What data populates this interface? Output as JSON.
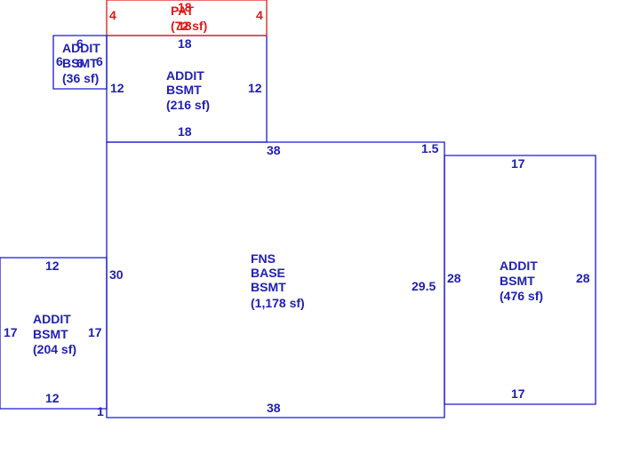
{
  "colors": {
    "room_line": "#1a1ad0",
    "room_text": "#2020b0",
    "patio": "#e01818",
    "background": "#ffffff"
  },
  "areas": {
    "patio": {
      "line1": "PAT",
      "line2": "(72 sf)",
      "dims": {
        "top": "18",
        "bottom": "18",
        "left": "4",
        "right": "4"
      }
    },
    "small_bsmt": {
      "line1": "ADDIT",
      "line2": "BSMT",
      "line3": "(36 sf)",
      "dims": {
        "top": "6",
        "bottom": "6",
        "left": "6",
        "right": "6"
      }
    },
    "upper_bsmt": {
      "line1": "ADDIT",
      "line2": "BSMT",
      "line3": "(216 sf)",
      "dims": {
        "top": "18",
        "bottom": "18",
        "left": "12",
        "right": "12"
      }
    },
    "main_bsmt": {
      "line1": "FNS",
      "line2": "BASE",
      "line3": "BSMT",
      "line4": "(1,178 sf)",
      "dims": {
        "top": "38",
        "bottom": "38",
        "left": "30",
        "right": "29.5",
        "top_right_offset": "1.5",
        "bottom_left_offset": "1"
      }
    },
    "right_bsmt": {
      "line1": "ADDIT",
      "line2": "BSMT",
      "line3": "(476 sf)",
      "dims": {
        "top": "17",
        "bottom": "17",
        "left": "28",
        "right": "28"
      }
    },
    "left_bsmt": {
      "line1": "ADDIT",
      "line2": "BSMT",
      "line3": "(204 sf)",
      "dims": {
        "top": "12",
        "bottom": "12",
        "left": "17",
        "right": "17"
      }
    }
  }
}
